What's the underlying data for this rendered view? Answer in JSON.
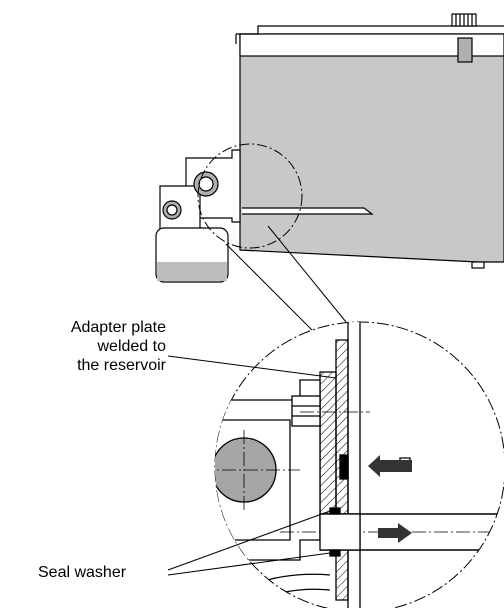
{
  "callouts": {
    "adapter_plate": {
      "line1": "Adapter plate",
      "line2": "welded to",
      "line3": "the reservoir"
    },
    "seal_washer": "Seal washer"
  },
  "colors": {
    "reservoir_fill": "#c8c8c8",
    "oil_level": "#bdbdbd",
    "section_fill": "#a6a6a6",
    "arrow": "#333333",
    "stroke": "#000000"
  }
}
